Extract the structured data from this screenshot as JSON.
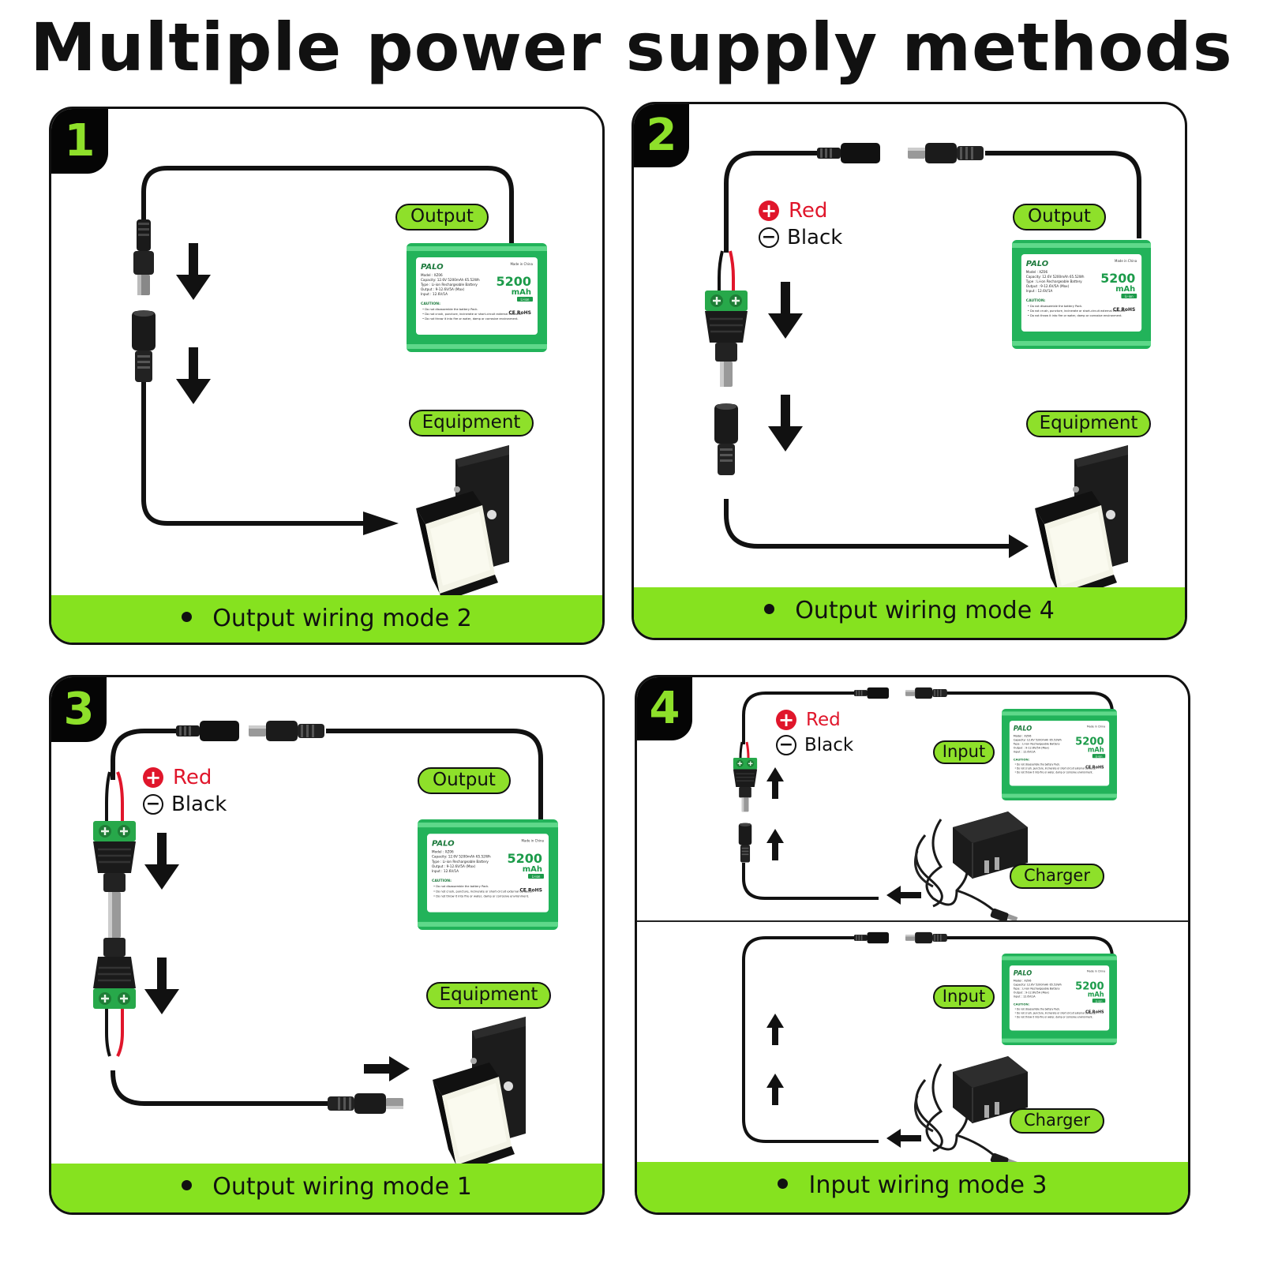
{
  "title": "Multiple power supply methods",
  "battery": {
    "brand": "PALO",
    "made_in": "Made in China",
    "capacity_big": "5200",
    "capacity_unit": "mAh",
    "chem": "Li-ion",
    "lines": [
      "Model : XZ06",
      "Capacity: 12.6V 5200mAh 65.52Wh",
      "Type : Li-ion Rechargeable Battery",
      "Output : 9-12.6V/5A (Max)",
      "Input : 12.6V/1A"
    ],
    "caution_title": "CAUTION:",
    "cautions": [
      "Do not disassemble the battery Pack.",
      "Do not crush, puncture, incinerate or short-circuit external contacts.",
      "Do not throw it into fire or water, damp or corrosive environment."
    ],
    "marks": "CE RoHS"
  },
  "panels": [
    {
      "number": "1",
      "footer": "Output wiring mode 2",
      "labels": {
        "output": "Output",
        "equipment": "Equipment"
      }
    },
    {
      "number": "2",
      "footer": "Output wiring mode 4",
      "labels": {
        "output": "Output",
        "equipment": "Equipment"
      },
      "legend": {
        "plus_label": "Red",
        "minus_label": "Black"
      }
    },
    {
      "number": "3",
      "footer": "Output wiring mode 1",
      "labels": {
        "output": "Output",
        "equipment": "Equipment"
      },
      "legend": {
        "plus_label": "Red",
        "minus_label": "Black"
      }
    },
    {
      "number": "4",
      "footer": "Input wiring mode 3",
      "top": {
        "input": "Input",
        "charger": "Charger",
        "legend": {
          "plus_label": "Red",
          "minus_label": "Black"
        }
      },
      "bottom": {
        "input": "Input",
        "charger": "Charger"
      }
    }
  ],
  "colors": {
    "accent": "#86e21f",
    "battery_green": "#22b35a",
    "red_wire": "#e0162b",
    "dark": "#050505"
  },
  "icons": [
    "battery-pack-icon",
    "solar-wall-light-icon",
    "dc-plug-male-icon",
    "dc-plug-female-icon",
    "screw-terminal-adapter-icon",
    "wall-charger-icon",
    "arrow-down-icon",
    "arrow-up-icon",
    "arrow-right-icon",
    "arrow-left-icon"
  ]
}
